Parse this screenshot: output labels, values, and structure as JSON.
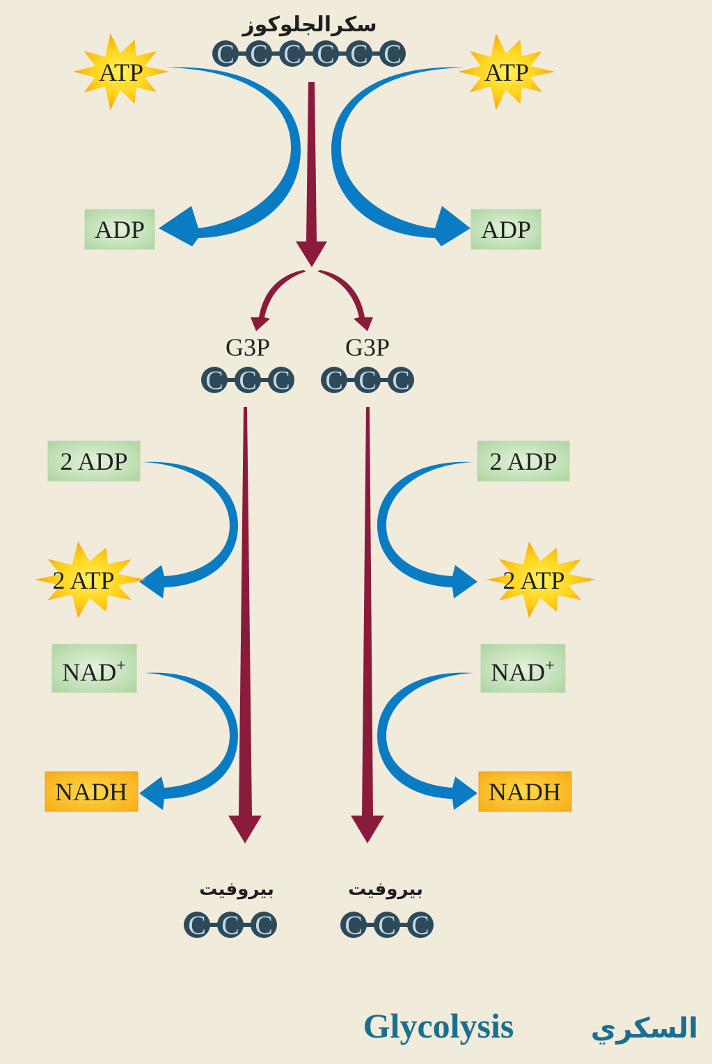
{
  "top": {
    "glucose_label": "سكرالجلوكوز",
    "glucose_carbons": [
      "C",
      "C",
      "C",
      "C",
      "C",
      "C"
    ]
  },
  "energy_invest": {
    "left_in": "ATP",
    "left_out": "ADP",
    "right_in": "ATP",
    "right_out": "ADP"
  },
  "g3p": [
    {
      "label": "G3P",
      "carbons": [
        "C",
        "C",
        "C"
      ]
    },
    {
      "label": "G3P",
      "carbons": [
        "C",
        "C",
        "C"
      ]
    }
  ],
  "payoff": {
    "left_adp": "2 ADP",
    "left_atp": "2 ATP",
    "right_adp": "2 ADP",
    "right_atp": "2 ATP",
    "left_nad": "NAD",
    "right_nad": "NAD",
    "nad_sup": "+",
    "left_nadh": "NADH",
    "right_nadh": "NADH"
  },
  "pyruvate": [
    {
      "label": "بيروفيت",
      "carbons": [
        "C",
        "C",
        "C"
      ]
    },
    {
      "label": "بيروفيت",
      "carbons": [
        "C",
        "C",
        "C"
      ]
    }
  ],
  "footer": {
    "title_en": "Glycolysis",
    "title_ar": "السكري"
  },
  "colors": {
    "background": "#f1ebdb",
    "carbon": "#2d4a5a",
    "blue_arrow": "#0a7cc4",
    "red_arrow": "#8b1b3b",
    "green_box": "#c6e2ba",
    "yellow_box": "#fbb614",
    "title": "#1a6f8e"
  }
}
